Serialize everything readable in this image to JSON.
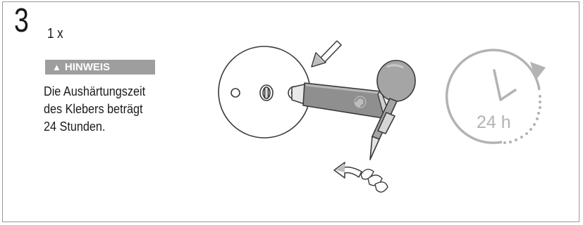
{
  "step": {
    "number": "3",
    "quantity": "1 x"
  },
  "notice": {
    "icon": "warning-triangle-icon",
    "label": "HINWEIS",
    "lines": [
      "Die Aushärtungszeit",
      "des Klebers beträgt",
      "24 Stunden."
    ]
  },
  "timer": {
    "label": "24 h"
  },
  "colors": {
    "badge": "#9e9e9e",
    "illustration_stroke": "#3a3a3a",
    "tube_fill": "#8a8a8a",
    "clock": "#b3b3b3"
  }
}
